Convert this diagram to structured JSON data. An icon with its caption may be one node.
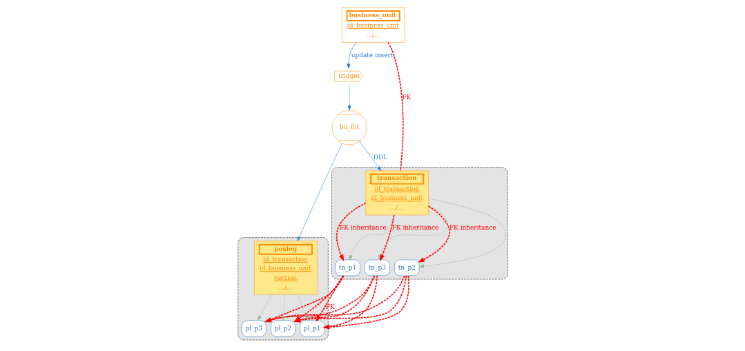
{
  "diagram": {
    "nodes": [
      {
        "text": [
          "business_unit",
          "id_business_unit",
          ".../..."
        ]
      },
      {
        "text": [
          "trigger"
        ]
      },
      {
        "text": [
          "bu_fct"
        ]
      },
      {
        "text": [],
        "shape": "box"
      },
      {
        "text": [
          "transaction",
          "id_transaction",
          "id_business_unit",
          ".../..."
        ],
        "in": 3
      },
      {
        "text": [
          "tn_p1"
        ],
        "in": 3
      },
      {
        "text": [
          "tn_p2"
        ],
        "in": 3
      },
      {
        "text": [
          "tn_p3"
        ],
        "in": 3
      },
      {
        "text": [],
        "shape": "box"
      },
      {
        "text": [
          "poslog",
          "id_transaction",
          "id_business_unit",
          "version",
          ".../..."
        ],
        "in": 8
      },
      {
        "text": [
          "pl_p1"
        ],
        "in": 8
      },
      {
        "text": [
          "pl_p2"
        ],
        "in": 8
      },
      {
        "text": [
          "pl_p3"
        ],
        "in": 8
      }
    ],
    "edges": [
      {
        "from": 0,
        "to": 4,
        "arrow": "none",
        "label": "FK",
        "style": "dashed"
      },
      {
        "from": 0,
        "to": 1,
        "arrow": "to",
        "label": "update insert",
        "color": "#1f77d4"
      },
      {
        "from": 1,
        "to": 2,
        "arrow": "to",
        "style": "dashed",
        "color": "#1f77d4"
      },
      {
        "from": 2,
        "to": 4,
        "arrow": "to",
        "label": "DDL",
        "color": "#3a87d6"
      },
      {
        "from": 2,
        "to": 9,
        "arrow": "to",
        "color": "#3a87d6"
      },
      {
        "from": 4,
        "to": 5,
        "arrow": "to",
        "style": "dashed",
        "color": "#8fbc8f"
      },
      {
        "from": 4,
        "to": 6,
        "arrow": "to",
        "style": "dashed",
        "color": "#8fbc8f"
      },
      {
        "from": 4,
        "to": 7,
        "arrow": "to",
        "style": "dashed",
        "color": "#8fbc8f"
      },
      {
        "from": 4,
        "to": 5,
        "arrow": "to",
        "label": "FK inheritance",
        "style": "dashed"
      },
      {
        "from": 4,
        "to": 6,
        "arrow": "to",
        "label": "FK inheritance",
        "style": "dashed"
      },
      {
        "from": 4,
        "to": 7,
        "arrow": "to",
        "label": "FK inheritance",
        "style": "dashed"
      },
      {
        "from": 9,
        "to": 10,
        "arrow": "to",
        "style": "dashed",
        "color": "#8fbc8f"
      },
      {
        "from": 9,
        "to": 11,
        "arrow": "to",
        "style": "dashed",
        "color": "#8fbc8f"
      },
      {
        "from": 9,
        "to": 12,
        "arrow": "to",
        "style": "dashed",
        "color": "#8fbc8f"
      },
      {
        "from": 5,
        "to": 10,
        "arrow": "to",
        "label": "FK",
        "style": "dashed"
      },
      {
        "from": 5,
        "to": 11,
        "arrow": "to",
        "style": "dashed"
      },
      {
        "from": 5,
        "to": 12,
        "arrow": "to",
        "style": "dashed"
      },
      {
        "from": 6,
        "to": 10,
        "arrow": "to",
        "style": "dashed"
      },
      {
        "from": 6,
        "to": 11,
        "arrow": "to",
        "style": "dashed"
      },
      {
        "from": 6,
        "to": 12,
        "arrow": "to",
        "style": "dashed"
      },
      {
        "from": 7,
        "to": 10,
        "arrow": "to",
        "style": "dashed"
      },
      {
        "from": 7,
        "to": 11,
        "arrow": "to",
        "style": "dashed"
      },
      {
        "from": 7,
        "to": 12,
        "arrow": "to",
        "style": "dashed"
      }
    ]
  }
}
